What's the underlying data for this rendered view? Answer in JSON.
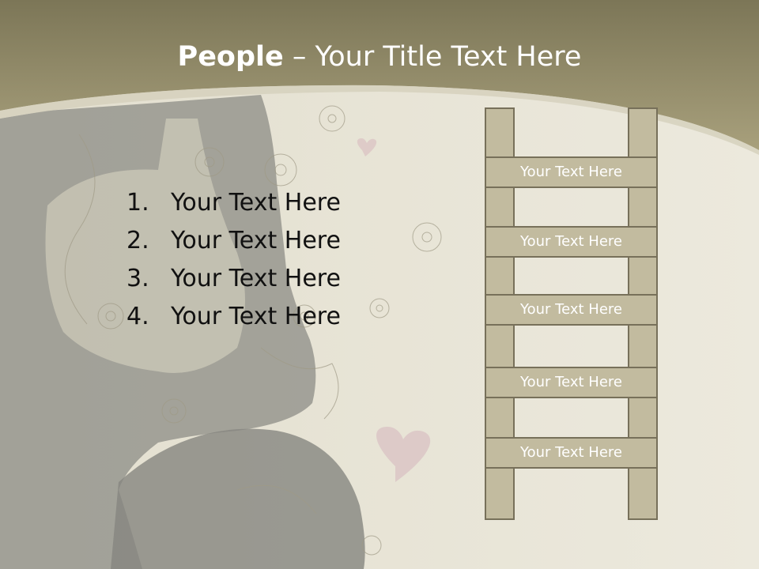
{
  "title": {
    "bold": "People",
    "rest": " – Your Title Text Here"
  },
  "list_items": [
    {
      "number": "1.",
      "text": "Your Text Here"
    },
    {
      "number": "2.",
      "text": "Your Text Here"
    },
    {
      "number": "3.",
      "text": "Your Text Here"
    },
    {
      "number": "4.",
      "text": "Your Text Here"
    }
  ],
  "ladder_steps": [
    "Your Text Here",
    "Your Text Here",
    "Your Text Here",
    "Your Text Here",
    "Your Text Here"
  ],
  "colors": {
    "header_band": "#8f8866",
    "background": "#e8e4d6",
    "silhouette": "#808080",
    "ladder_fill": "#c2bb9f",
    "ladder_stroke": "#77705a"
  }
}
